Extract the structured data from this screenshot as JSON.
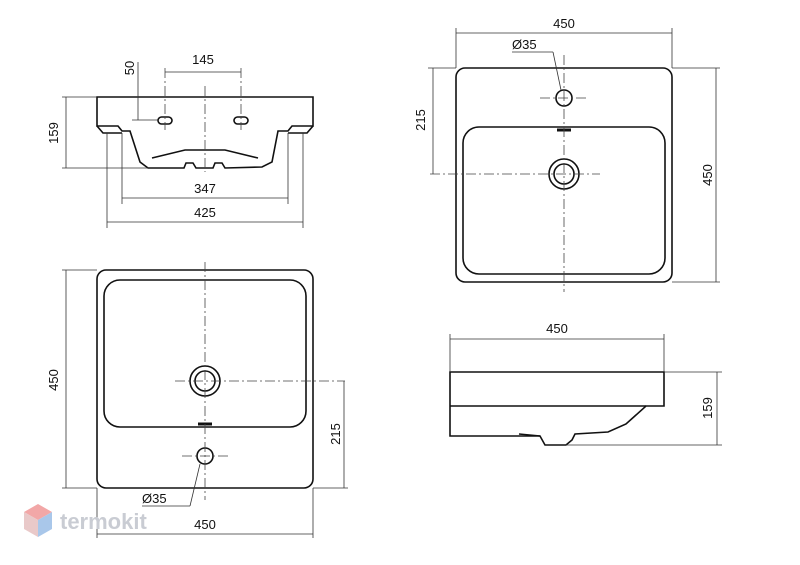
{
  "front_view": {
    "dim_holes_spacing": "145",
    "dim_hole_height": "50",
    "dim_height": "159",
    "dim_inner_width": "347",
    "dim_total_width": "425"
  },
  "top_view_right": {
    "dim_width": "450",
    "dim_hole": "Ø35",
    "dim_hole_offset": "215",
    "dim_depth": "450"
  },
  "top_view_left": {
    "dim_depth": "450",
    "dim_hole_offset": "215",
    "dim_hole": "Ø35",
    "dim_width": "450"
  },
  "side_view": {
    "dim_width": "450",
    "dim_height": "159"
  },
  "logo": {
    "text": "termokit",
    "colors": {
      "top": "#f2a7a7",
      "left": "#e9c9c9",
      "right": "#a9c7ea"
    }
  }
}
